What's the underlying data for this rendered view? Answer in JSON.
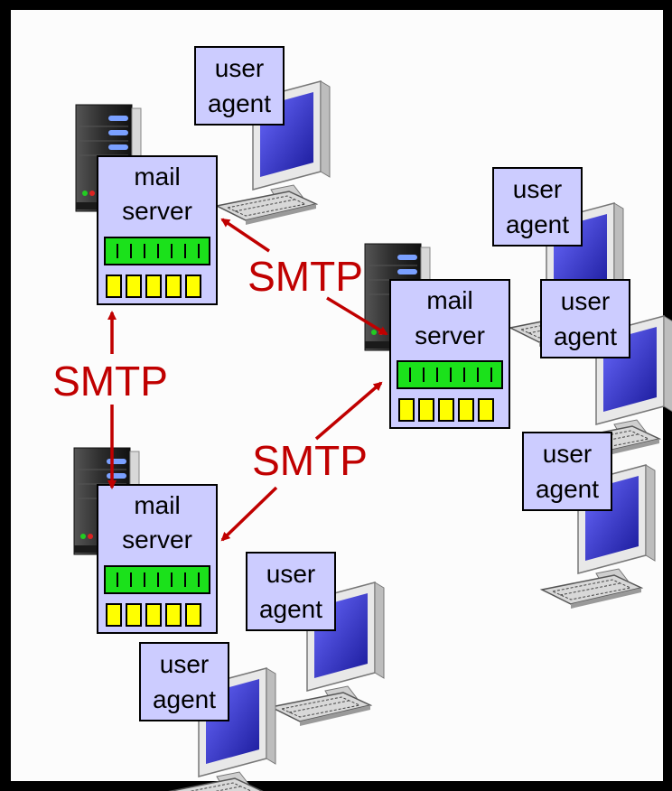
{
  "colors": {
    "frame_bg": "#fcfcfc",
    "label_fill": "#ccccff",
    "green_bar": "#1be11b",
    "yellow_slot": "#ffff00",
    "arrow_red": "#c00000",
    "tower_dark": "#2a2a2a",
    "monitor_screen": "#2222aa"
  },
  "labels": {
    "mail_server": [
      "mail",
      "server"
    ],
    "user_agent": [
      "user",
      "agent"
    ],
    "smtp": "SMTP"
  },
  "mail_servers": [
    {
      "id": "top-left",
      "line1": "mail",
      "line2": "server"
    },
    {
      "id": "right",
      "line1": "mail",
      "line2": "server"
    },
    {
      "id": "bottom-left",
      "line1": "mail",
      "line2": "server"
    }
  ],
  "user_agents": [
    {
      "id": "ua-1",
      "line1": "user",
      "line2": "agent"
    },
    {
      "id": "ua-2",
      "line1": "user",
      "line2": "agent"
    },
    {
      "id": "ua-3",
      "line1": "user",
      "line2": "agent"
    },
    {
      "id": "ua-4",
      "line1": "user",
      "line2": "agent"
    },
    {
      "id": "ua-5",
      "line1": "user",
      "line2": "agent"
    },
    {
      "id": "ua-6",
      "line1": "user",
      "line2": "agent"
    }
  ],
  "connections": [
    {
      "id": "smtp-topleft-right",
      "label": "SMTP"
    },
    {
      "id": "smtp-topleft-bottomleft",
      "label": "SMTP"
    },
    {
      "id": "smtp-right-bottomleft",
      "label": "SMTP"
    }
  ]
}
